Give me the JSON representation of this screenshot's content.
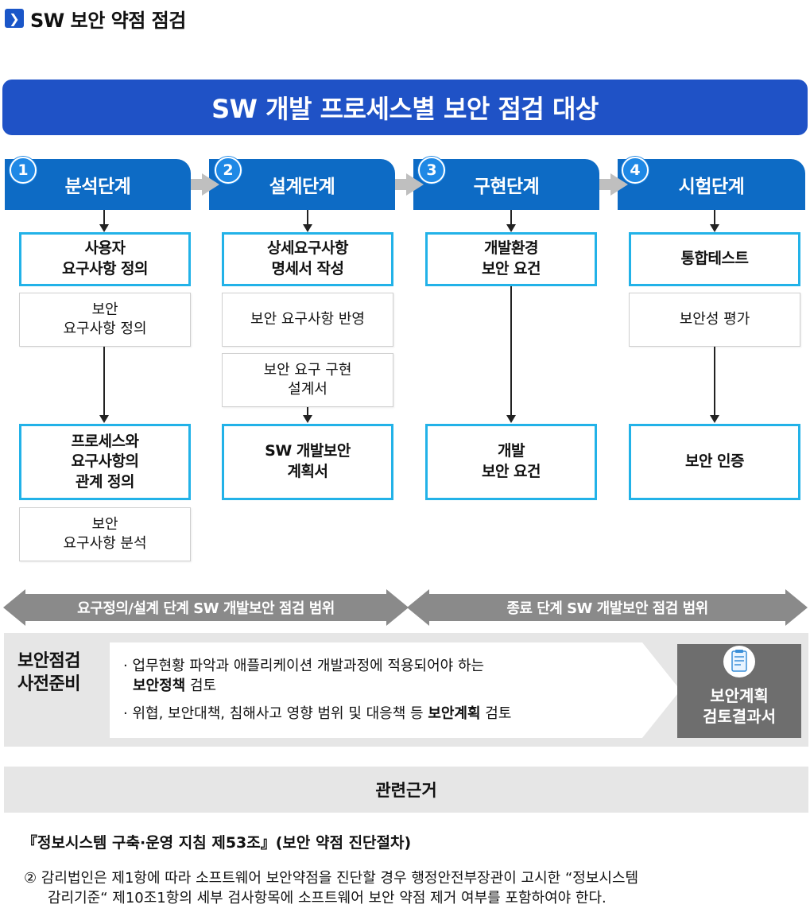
{
  "heading": {
    "icon": "chevron-right-icon",
    "title": "SW 보안 약점 점검"
  },
  "banner": {
    "title": "SW 개발 프로세스별 보안 점검 대상"
  },
  "phases": [
    {
      "num": "1",
      "label": "분석단계"
    },
    {
      "num": "2",
      "label": "설계단계"
    },
    {
      "num": "3",
      "label": "구현단계"
    },
    {
      "num": "4",
      "label": "시험단계"
    }
  ],
  "analysis": {
    "b1": "사용자\n요구사항 정의",
    "g1": "보안\n요구사항 정의",
    "b2": "프로세스와\n요구사항의\n관계 정의",
    "g2": "보안\n요구사항 분석"
  },
  "design": {
    "b1": "상세요구사항\n명세서 작성",
    "g1": "보안 요구사항 반영",
    "g2": "보안 요구 구현\n설계서",
    "b2": "SW 개발보안\n계획서"
  },
  "implementation": {
    "b1": "개발환경\n보안 요건",
    "b2": "개발\n보안 요건"
  },
  "testing": {
    "b1": "통합테스트",
    "g1": "보안성 평가",
    "b2": "보안 인증"
  },
  "scope": {
    "left": "요구정의/설계 단계 SW 개발보안 점검 범위",
    "right": "종료 단계 SW 개발보안 점검 범위"
  },
  "prep": {
    "title": "보안점검\n사전준비",
    "bullet1_pre": "업무현황 파악과 애플리케이션 개발과정에 적용되어야 하는",
    "bullet1_bold": "보안정책",
    "bullet1_post": " 검토",
    "bullet2_pre": "위협, 보안대책, 침해사고 영향 범위 및 대응책 등 ",
    "bullet2_bold": "보안계획",
    "bullet2_post": " 검토",
    "result_icon": "clipboard-icon",
    "result": "보안계획\n검토결과서"
  },
  "related": {
    "title": "관련근거"
  },
  "law": {
    "title": "『정보시스템 구축·운영 지침 제53조』(보안 약점 진단절차)",
    "line1": "② 감리법인은 제1항에 따라 소프트웨어 보안약점을 진단할 경우 행정안전부장관이 고시한 “정보시스템",
    "line2": "감리기준“ 제10조1항의 세부 검사항목에 소프트웨어 보안 약점 제거 여부를 포함하여야 한다."
  }
}
